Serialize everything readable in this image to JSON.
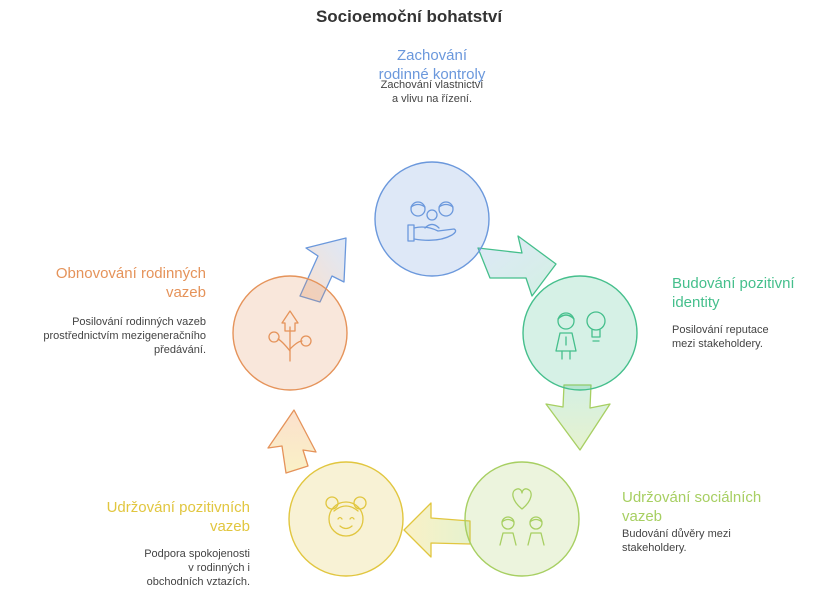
{
  "title": "Socioemoční bohatství",
  "colors": {
    "blue": "#6b98dc",
    "green": "#45bf8c",
    "lime": "#a7cf62",
    "yellow": "#e1c63f",
    "orange": "#e5935a"
  },
  "stages": [
    {
      "key": "control",
      "color": "blue",
      "title": [
        "Zachování",
        "rodinné kontroly"
      ],
      "desc": [
        "Zachování vlastnictví",
        "a vlivu na řízení."
      ],
      "icon": "family-hand-icon"
    },
    {
      "key": "identity",
      "color": "green",
      "title": [
        "Budování pozitivní",
        "identity"
      ],
      "desc": [
        "Posilování reputace",
        "mezi stakeholdery."
      ],
      "icon": "person-lightbulb-icon"
    },
    {
      "key": "social",
      "color": "lime",
      "title": [
        "Udržování sociálních",
        "vazeb"
      ],
      "desc": [
        "Budování důvěry mezi",
        "stakeholdery."
      ],
      "icon": "people-heart-icon"
    },
    {
      "key": "positive",
      "color": "yellow",
      "title": [
        "Udržování pozitivních",
        "vazeb"
      ],
      "desc": [
        "Podpora spokojenosti",
        "v rodinných i",
        "obchodních vztazích."
      ],
      "icon": "smiling-child-icon"
    },
    {
      "key": "renewal",
      "color": "orange",
      "title": [
        "Obnovování rodinných",
        "vazeb"
      ],
      "desc": [
        "Posilování rodinných vazeb",
        "prostřednictvím mezigeneračního",
        "předávání."
      ],
      "icon": "growing-plant-icon"
    }
  ]
}
